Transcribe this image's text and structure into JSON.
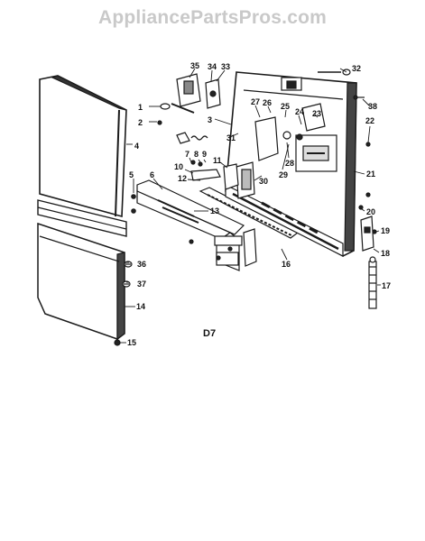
{
  "watermark": "AppliancePartsPros.com",
  "diagram_code": "D7",
  "part_labels": [
    "1",
    "2",
    "3",
    "4",
    "5",
    "6",
    "7",
    "8",
    "9",
    "10",
    "11",
    "12",
    "13",
    "14",
    "15",
    "16",
    "17",
    "18",
    "19",
    "20",
    "21",
    "22",
    "23",
    "24",
    "25",
    "26",
    "27",
    "28",
    "29",
    "30",
    "31",
    "32",
    "33",
    "34",
    "35",
    "36",
    "37",
    "38"
  ]
}
